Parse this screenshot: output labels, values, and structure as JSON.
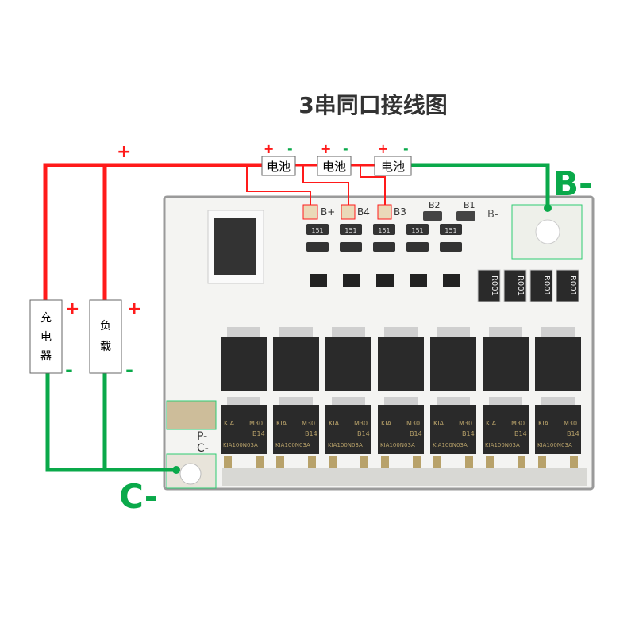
{
  "title": "3串同口接线图",
  "colors": {
    "positive": "#ff1a1a",
    "negative": "#0aa94a",
    "board": "#f4f4f2",
    "mosfet": "#2a2a2a",
    "mosfet_text": "#b8a26a"
  },
  "batteries": [
    {
      "label": "电池",
      "plus": "+",
      "minus": "-"
    },
    {
      "label": "电池",
      "plus": "+",
      "minus": "-"
    },
    {
      "label": "电池",
      "plus": "+",
      "minus": "-"
    }
  ],
  "main_plus": "+",
  "b_minus_label": "B-",
  "c_minus_label": "C-",
  "charger": {
    "chars": [
      "充",
      "电",
      "器"
    ],
    "plus": "+",
    "minus": "-"
  },
  "load": {
    "chars": [
      "负",
      "载"
    ],
    "plus": "+",
    "minus": "-"
  },
  "board": {
    "pads": [
      "B+",
      "B4",
      "B3",
      "B2",
      "B1",
      "B-"
    ],
    "side_labels": [
      "P-",
      "C-"
    ],
    "resistors": [
      "R001",
      "R001",
      "R001",
      "R001"
    ],
    "smd_label": "151",
    "mosfet_lines": [
      "KIA",
      "M30",
      "B14",
      "KIA100N03A"
    ]
  }
}
